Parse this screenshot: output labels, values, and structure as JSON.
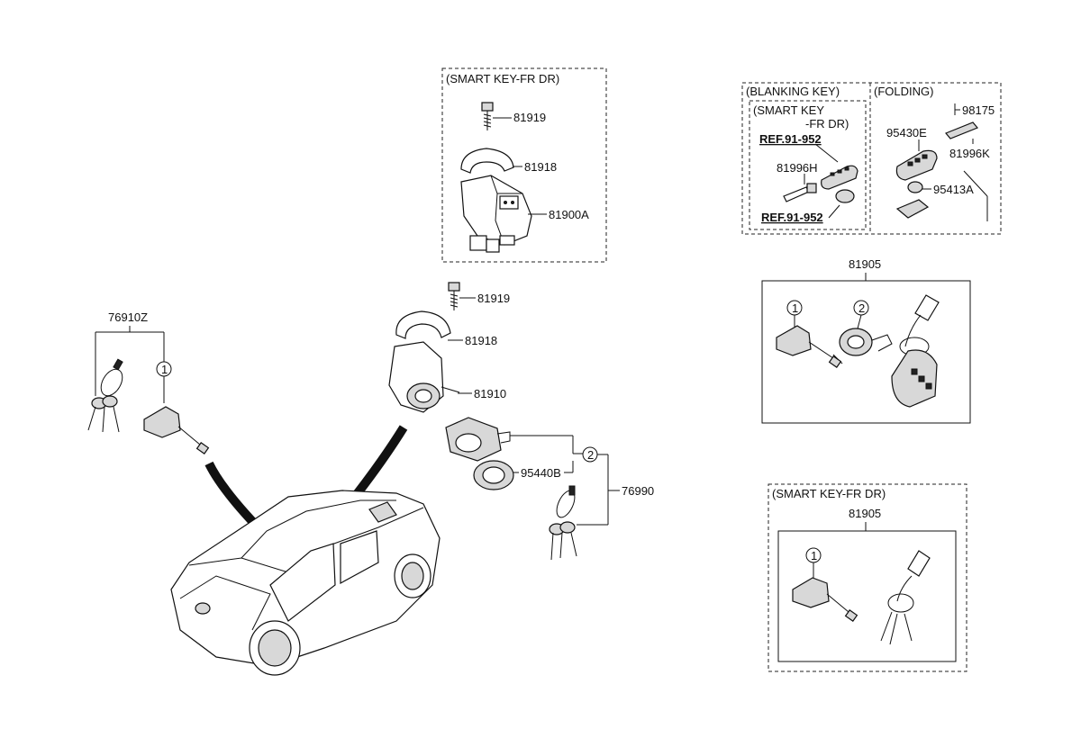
{
  "labels": {
    "smart_key_fr_dr_top": "(SMART KEY-FR DR)",
    "p81919_top": "81919",
    "p81918_top": "81918",
    "p81900A": "81900A",
    "blanking_key": "(BLANKING KEY)",
    "folding": "(FOLDING)",
    "smart_key_inner_l1": "(SMART KEY",
    "smart_key_inner_l2": "-FR DR)",
    "ref_91_952_a": "REF.91-952",
    "ref_91_952_b": "REF.91-952",
    "p81996H": "81996H",
    "p98175": "98175",
    "p95430E": "95430E",
    "p81996K": "81996K",
    "p95413A": "95413A",
    "p76910Z": "76910Z",
    "p81919_mid": "81919",
    "p81918_mid": "81918",
    "p81910": "81910",
    "p95440B": "95440B",
    "p76990": "76990",
    "p81905_mid": "81905",
    "smart_key_fr_dr_bottom": "(SMART KEY-FR DR)",
    "p81905_bottom": "81905",
    "circle_1": "1",
    "circle_2": "2"
  }
}
